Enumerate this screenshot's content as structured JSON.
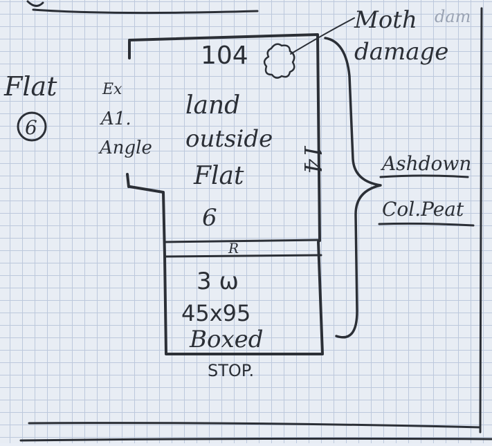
{
  "header": {
    "top_label": "",
    "faded_note": "dam"
  },
  "left_notes": {
    "flat": "Flat",
    "flat_number": "6",
    "ex_line": "Ex",
    "a1_line": "A1.",
    "angle_line": "Angle"
  },
  "upper_block": {
    "number": "104",
    "lines": [
      "land",
      "outside",
      "Flat",
      "6"
    ],
    "side_mark": "14"
  },
  "lower_block": {
    "top_mark": "R",
    "line1": "3 ω",
    "line2": "45x95",
    "line3": "Boxed"
  },
  "below_box": "STOP.",
  "annotations": {
    "moth_line1": "Moth",
    "moth_line2": "damage",
    "brace_label_1": "Ashdown",
    "brace_label_2": "Col.Peat"
  }
}
